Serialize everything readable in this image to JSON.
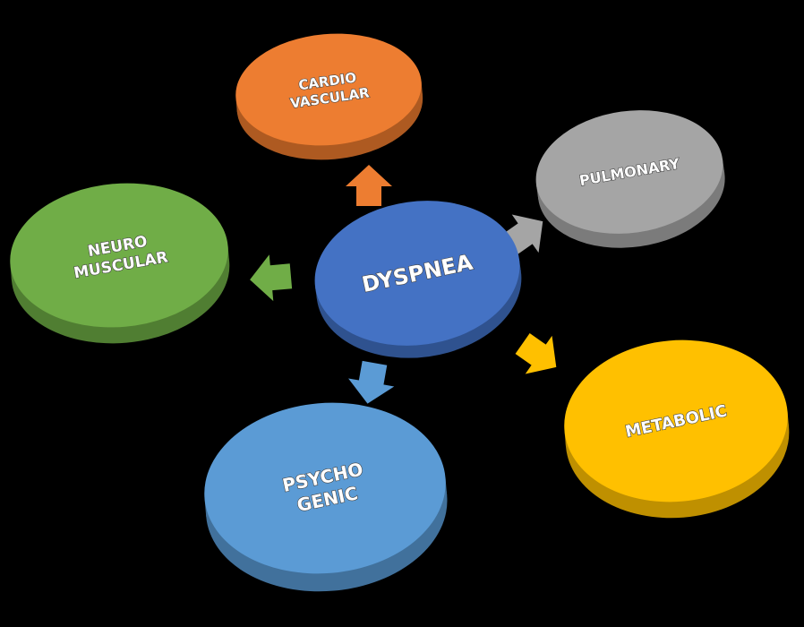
{
  "center": {
    "label": "DYSPNEA",
    "color": "#4472c4",
    "side": "#2f528f"
  },
  "nodes": [
    {
      "id": "cardio",
      "lines": [
        "CARDIO",
        "VASCULAR"
      ],
      "color": "#ed7d31",
      "side": "#ae5a21"
    },
    {
      "id": "pulmonary",
      "lines": [
        "PULMONARY"
      ],
      "color": "#a5a5a5",
      "side": "#7b7b7b"
    },
    {
      "id": "metabolic",
      "lines": [
        "METABOLIC"
      ],
      "color": "#ffc000",
      "side": "#bf9000"
    },
    {
      "id": "psychogenic",
      "lines": [
        "PSYCHO",
        "GENIC"
      ],
      "color": "#5b9bd5",
      "side": "#41719c"
    },
    {
      "id": "neuromuscular",
      "lines": [
        "NEURO",
        "MUSCULAR"
      ],
      "color": "#70ad47",
      "side": "#507e32"
    }
  ]
}
